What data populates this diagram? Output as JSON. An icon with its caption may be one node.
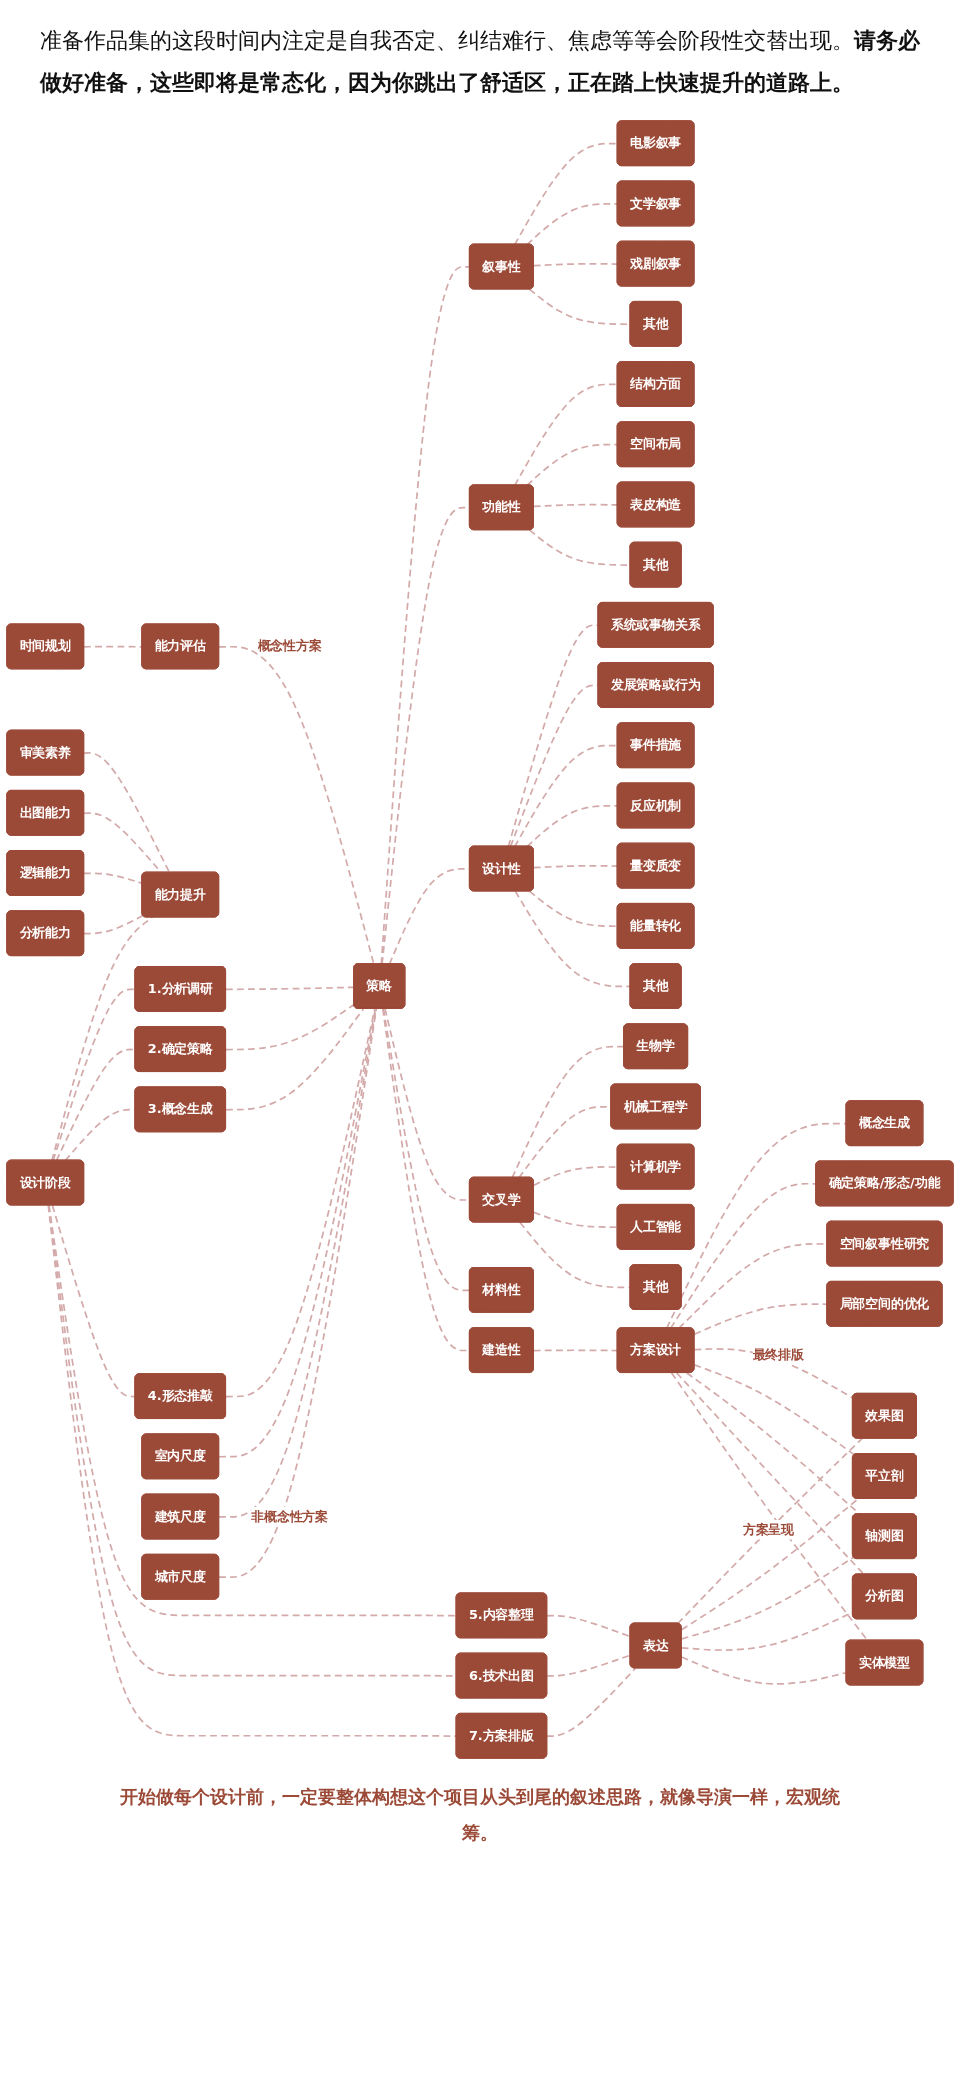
{
  "diagram": {
    "caption": "开始做每个设计前，一定要整体构想这个项目从头到尾的叙述思路，就像导演一样，宏观统筹。",
    "nodes": [
      {
        "text": [
          "能力评估"
        ]
      },
      {
        "text": [
          "时间规划"
        ]
      },
      {
        "text": [
          "能力提升"
        ]
      },
      {
        "text": [
          "设计阶段"
        ]
      },
      {
        "text": [
          "审美素养"
        ]
      },
      {
        "text": [
          "出图能力"
        ]
      },
      {
        "text": [
          "逻辑能力"
        ]
      },
      {
        "text": [
          "分析能力"
        ]
      },
      {
        "text": [
          "1.分析调研"
        ]
      },
      {
        "text": [
          "2.确定策略"
        ]
      },
      {
        "text": [
          "3.概念生成"
        ]
      },
      {
        "text": [
          "4.形态推敲"
        ]
      },
      {
        "text": [
          "5.内容整理"
        ]
      },
      {
        "text": [
          "6.技术出图"
        ]
      },
      {
        "text": [
          "7.方案排版"
        ]
      },
      {
        "text": [
          "室内尺度"
        ]
      },
      {
        "text": [
          "建筑尺度"
        ]
      },
      {
        "text": [
          "城市尺度"
        ]
      },
      {
        "text": [
          "策略"
        ]
      },
      {
        "text": [
          "表达"
        ]
      },
      {
        "text": [
          "叙事性"
        ]
      },
      {
        "text": [
          "功能性"
        ]
      },
      {
        "text": [
          "设计性"
        ]
      },
      {
        "text": [
          "交叉学"
        ]
      },
      {
        "text": [
          "电影叙事"
        ]
      },
      {
        "text": [
          "文学叙事"
        ]
      },
      {
        "text": [
          "戏剧叙事"
        ]
      },
      {
        "text": [
          "其他"
        ]
      },
      {
        "text": [
          "结构方面"
        ]
      },
      {
        "text": [
          "空间布局"
        ]
      },
      {
        "text": [
          "表皮构造"
        ]
      },
      {
        "text": [
          "其他"
        ]
      },
      {
        "text": [
          "系统或事物关系"
        ]
      },
      {
        "text": [
          "发展策略或行为"
        ]
      },
      {
        "text": [
          "事件措施"
        ]
      },
      {
        "text": [
          "反应机制"
        ]
      },
      {
        "text": [
          "量变质变"
        ]
      },
      {
        "text": [
          "能量转化"
        ]
      },
      {
        "text": [
          "其他"
        ]
      },
      {
        "text": [
          "生物学"
        ]
      },
      {
        "text": [
          "机械工程学"
        ]
      },
      {
        "text": [
          "计算机学"
        ]
      },
      {
        "text": [
          "人工智能"
        ]
      },
      {
        "text": [
          "其他"
        ]
      },
      {
        "text": [
          "材料性"
        ]
      },
      {
        "text": [
          "建造性"
        ]
      },
      {
        "text": [
          "方案设计"
        ]
      },
      {
        "text": [
          "概念生成"
        ]
      },
      {
        "text": [
          "确定策略/形态/功能"
        ]
      },
      {
        "text": [
          "空间叙事性研究"
        ]
      },
      {
        "text": [
          "局部空间的优化"
        ]
      },
      {
        "text": [
          "效果图"
        ]
      },
      {
        "text": [
          "平立剖"
        ]
      },
      {
        "text": [
          "轴测图"
        ]
      },
      {
        "text": [
          "分析图"
        ]
      },
      {
        "text": [
          "实体模型"
        ]
      }
    ],
    "edges": [
      {
        "from": 1,
        "to": 0,
        "arrow": "none",
        "style": "dashed"
      },
      {
        "from": 3,
        "to": 2,
        "arrow": "none",
        "style": "dashed"
      },
      {
        "from": 0,
        "to": 18,
        "arrow": "none",
        "style": "dashed",
        "label": "概念性方案"
      },
      {
        "from": 4,
        "to": 2,
        "arrow": "none",
        "style": "dashed"
      },
      {
        "from": 5,
        "to": 2,
        "arrow": "none",
        "style": "dashed"
      },
      {
        "from": 6,
        "to": 2,
        "arrow": "none",
        "style": "dashed"
      },
      {
        "from": 7,
        "to": 2,
        "arrow": "none",
        "style": "dashed"
      },
      {
        "from": 3,
        "to": 8,
        "arrow": "none",
        "style": "dashed"
      },
      {
        "from": 3,
        "to": 9,
        "arrow": "none",
        "style": "dashed"
      },
      {
        "from": 3,
        "to": 10,
        "arrow": "none",
        "style": "dashed"
      },
      {
        "from": 3,
        "to": 11,
        "arrow": "none",
        "style": "dashed"
      },
      {
        "from": 3,
        "to": 12,
        "arrow": "none",
        "style": "dashed"
      },
      {
        "from": 3,
        "to": 13,
        "arrow": "none",
        "style": "dashed"
      },
      {
        "from": 3,
        "to": 14,
        "arrow": "none",
        "style": "dashed"
      },
      {
        "from": 8,
        "to": 18,
        "arrow": "none",
        "style": "dashed"
      },
      {
        "from": 9,
        "to": 18,
        "arrow": "none",
        "style": "dashed"
      },
      {
        "from": 10,
        "to": 18,
        "arrow": "none",
        "style": "dashed"
      },
      {
        "from": 11,
        "to": 18,
        "arrow": "none",
        "style": "dashed"
      },
      {
        "from": 12,
        "to": 19,
        "arrow": "none",
        "style": "dashed"
      },
      {
        "from": 13,
        "to": 19,
        "arrow": "none",
        "style": "dashed"
      },
      {
        "from": 14,
        "to": 19,
        "arrow": "none",
        "style": "dashed"
      },
      {
        "from": 15,
        "to": 18,
        "arrow": "none",
        "style": "dashed"
      },
      {
        "from": 16,
        "to": 18,
        "arrow": "none",
        "style": "dashed",
        "label": "非概念性方案"
      },
      {
        "from": 17,
        "to": 18,
        "arrow": "none",
        "style": "dashed"
      },
      {
        "from": 18,
        "to": 20,
        "arrow": "none",
        "style": "dashed"
      },
      {
        "from": 18,
        "to": 21,
        "arrow": "none",
        "style": "dashed"
      },
      {
        "from": 18,
        "to": 22,
        "arrow": "none",
        "style": "dashed"
      },
      {
        "from": 18,
        "to": 23,
        "arrow": "none",
        "style": "dashed"
      },
      {
        "from": 18,
        "to": 44,
        "arrow": "none",
        "style": "dashed"
      },
      {
        "from": 18,
        "to": 45,
        "arrow": "none",
        "style": "dashed"
      },
      {
        "from": 20,
        "to": 24,
        "arrow": "none",
        "style": "dashed"
      },
      {
        "from": 20,
        "to": 25,
        "arrow": "none",
        "style": "dashed"
      },
      {
        "from": 20,
        "to": 26,
        "arrow": "none",
        "style": "dashed"
      },
      {
        "from": 20,
        "to": 27,
        "arrow": "none",
        "style": "dashed"
      },
      {
        "from": 21,
        "to": 28,
        "arrow": "none",
        "style": "dashed"
      },
      {
        "from": 21,
        "to": 29,
        "arrow": "none",
        "style": "dashed"
      },
      {
        "from": 21,
        "to": 30,
        "arrow": "none",
        "style": "dashed"
      },
      {
        "from": 21,
        "to": 31,
        "arrow": "none",
        "style": "dashed"
      },
      {
        "from": 22,
        "to": 32,
        "arrow": "none",
        "style": "dashed"
      },
      {
        "from": 22,
        "to": 33,
        "arrow": "none",
        "style": "dashed"
      },
      {
        "from": 22,
        "to": 34,
        "arrow": "none",
        "style": "dashed"
      },
      {
        "from": 22,
        "to": 35,
        "arrow": "none",
        "style": "dashed"
      },
      {
        "from": 22,
        "to": 36,
        "arrow": "none",
        "style": "dashed"
      },
      {
        "from": 22,
        "to": 37,
        "arrow": "none",
        "style": "dashed"
      },
      {
        "from": 22,
        "to": 38,
        "arrow": "none",
        "style": "dashed"
      },
      {
        "from": 23,
        "to": 39,
        "arrow": "none",
        "style": "dashed"
      },
      {
        "from": 23,
        "to": 40,
        "arrow": "none",
        "style": "dashed"
      },
      {
        "from": 23,
        "to": 41,
        "arrow": "none",
        "style": "dashed"
      },
      {
        "from": 23,
        "to": 42,
        "arrow": "none",
        "style": "dashed"
      },
      {
        "from": 23,
        "to": 43,
        "arrow": "none",
        "style": "dashed"
      },
      {
        "from": 45,
        "to": 46,
        "arrow": "none",
        "style": "dashed"
      },
      {
        "from": 46,
        "to": 47,
        "arrow": "none",
        "style": "dashed"
      },
      {
        "from": 46,
        "to": 48,
        "arrow": "none",
        "style": "dashed"
      },
      {
        "from": 46,
        "to": 49,
        "arrow": "none",
        "style": "dashed"
      },
      {
        "from": 46,
        "to": 50,
        "arrow": "none",
        "style": "dashed"
      },
      {
        "from": 46,
        "to": 51,
        "arrow": "none",
        "style": "dashed",
        "label": "最终排版"
      },
      {
        "from": 46,
        "to": 52,
        "arrow": "none",
        "style": "dashed"
      },
      {
        "from": 46,
        "to": 53,
        "arrow": "none",
        "style": "dashed"
      },
      {
        "from": 46,
        "to": 54,
        "arrow": "none",
        "style": "dashed"
      },
      {
        "from": 46,
        "to": 55,
        "arrow": "none",
        "style": "dashed"
      },
      {
        "from": 19,
        "to": 51,
        "arrow": "none",
        "style": "dashed",
        "label": "方案呈现"
      },
      {
        "from": 19,
        "to": 52,
        "arrow": "none",
        "style": "dashed"
      },
      {
        "from": 19,
        "to": 53,
        "arrow": "none",
        "style": "dashed"
      },
      {
        "from": 19,
        "to": 54,
        "arrow": "none",
        "style": "dashed"
      },
      {
        "from": 19,
        "to": 55,
        "arrow": "none",
        "style": "dashed"
      }
    ],
    "labels": [
      "准备作品集的这段时间内注定是自我否定、纠结难行、焦虑等等会阶段性交替出现。",
      "请务必做好准备，这些即将是常态化，因为你跳出了舒适区，正在踏上快速提升的道路上。"
    ]
  }
}
